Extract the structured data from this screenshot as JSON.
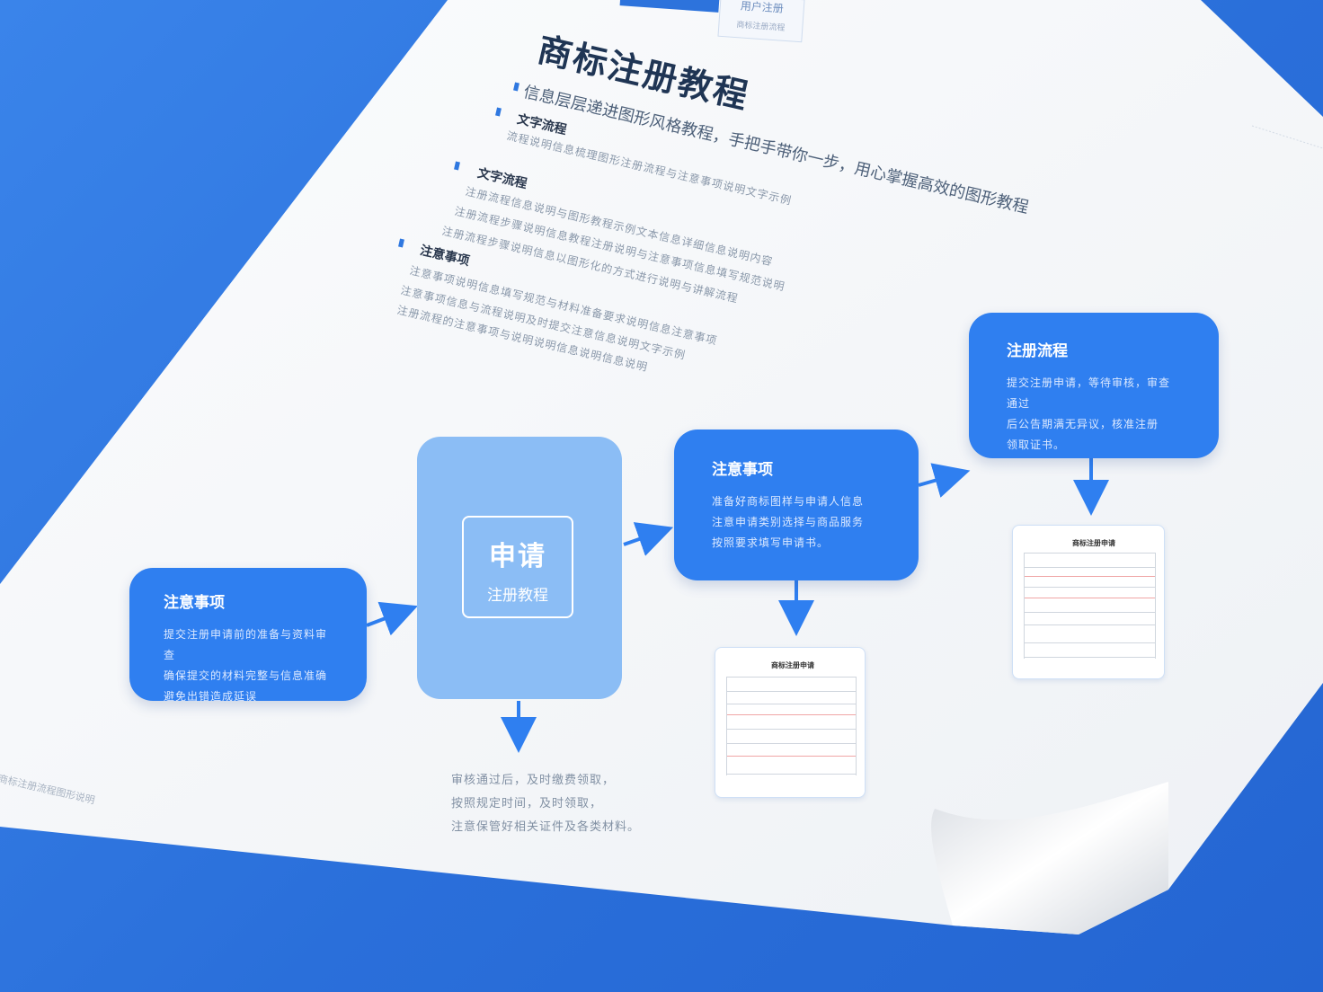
{
  "header": {
    "tab_label": "用户注册",
    "tab_sub": "商标注册流程"
  },
  "title": {
    "main": "商标注册教程",
    "accent": "教程"
  },
  "intro": "信息层层递进图形风格教程，手把手带你一步，用心掌握高效的图形教程",
  "sections": [
    {
      "heading": "文字流程",
      "lines": [
        "流程说明信息梳理图形注册流程与注意事项说明文字示例"
      ]
    },
    {
      "heading": "文字流程",
      "lines": [
        "注册流程信息说明与图形教程示例文本信息详细信息说明内容",
        "注册流程步骤说明信息教程注册说明与注意事项信息填写规范说明",
        "注册流程步骤说明信息以图形化的方式进行说明与讲解流程"
      ]
    },
    {
      "heading": "注意事项",
      "lines": [
        "注意事项说明信息填写规范与材料准备要求说明信息注意事项",
        "注意事项信息与流程说明及时提交注意信息说明文字示例",
        "注册流程的注意事项与说明说明信息说明信息说明"
      ]
    }
  ],
  "flow": {
    "box_left": {
      "title": "注意事项",
      "lines": [
        "提交注册申请前的准备与资料审查",
        "确保提交的材料完整与信息准确",
        "避免出错造成延误"
      ]
    },
    "center": {
      "big": "申请",
      "small": "注册教程"
    },
    "box_mid": {
      "title": "注意事项",
      "lines": [
        "准备好商标图样与申请人信息",
        "注意申请类别选择与商品服务",
        "按照要求填写申请书。"
      ]
    },
    "box_right": {
      "title": "注册流程",
      "lines": [
        "提交注册申请，等待审核，审查通过",
        "后公告期满无异议，核准注册",
        "领取证书。"
      ]
    }
  },
  "note_lines": [
    "审核通过后，及时缴费领取，",
    "按照规定时间，及时领取，",
    "注意保管好相关证件及各类材料。"
  ],
  "footer_note": "商标注册流程图形说明",
  "docs": {
    "doc_mid_title": "商标注册申请",
    "doc_right_title": "商标注册申请"
  },
  "colors": {
    "background": "#2f78e0",
    "box": "#2f7ff0",
    "center_box": "#8bbdf5",
    "paper": "#f7f8fa"
  }
}
